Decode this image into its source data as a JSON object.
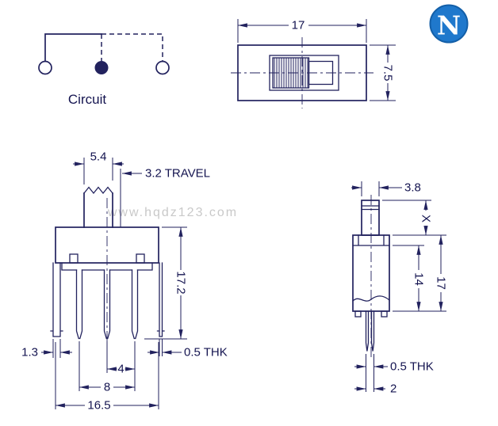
{
  "canvas": {
    "background": "#ffffff"
  },
  "colors": {
    "line": "#22225e",
    "text": "#141450",
    "watermark": "#c9c9c9",
    "logo_blue": "#1f78cc",
    "logo_letter": "#ffffff"
  },
  "logo": {
    "letter": "N"
  },
  "watermark": {
    "text": "www.hqdz123.com"
  },
  "circuit_diagram": {
    "label": "Circuit"
  },
  "top_view": {
    "width_dim": "17",
    "height_dim": "7.5"
  },
  "front_view": {
    "knob_width_dim": "5.4",
    "travel_dim": "3.2 TRAVEL",
    "overall_height_dim": "17.2",
    "lug_width_dim": "1.3",
    "pin_thickness_dim": "0.5 THK",
    "pin_pitch_dim": "4",
    "pin_span_dim": "8",
    "body_width_dim": "16.5"
  },
  "side_view": {
    "knob_depth_dim": "3.8",
    "knob_height_dim": "X",
    "lower_body_height_dim": "14",
    "overall_height_dim": "17",
    "pin_thickness_dim": "0.5 THK",
    "pin_width_dim": "2"
  }
}
